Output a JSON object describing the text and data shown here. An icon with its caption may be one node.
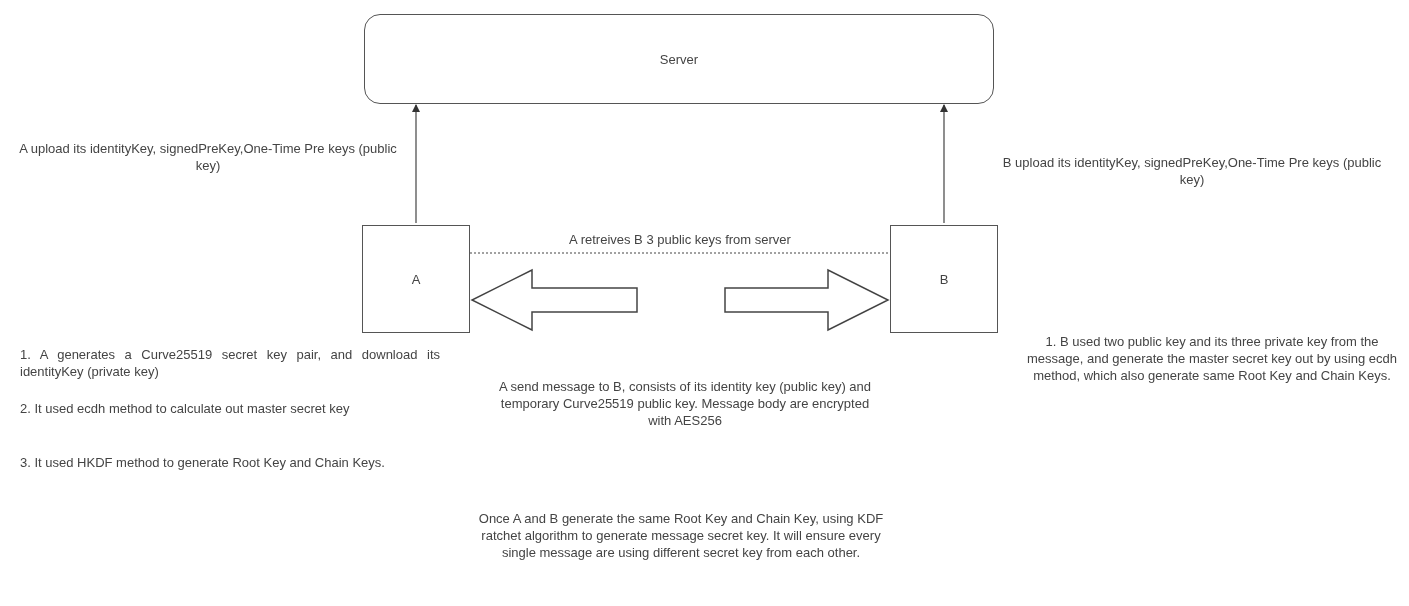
{
  "diagram": {
    "nodes": [
      {
        "text": [
          "Server"
        ]
      },
      {
        "text": [
          "A"
        ]
      },
      {
        "text": [
          "B"
        ]
      }
    ],
    "edges": [
      {
        "from": 1,
        "to": 0,
        "arrow": "to"
      },
      {
        "from": 2,
        "to": 0,
        "arrow": "to"
      },
      {
        "from": 1,
        "to": 2,
        "arrow": "none",
        "style": "dashed",
        "label": "A retreives B 3 public keys from server"
      },
      {
        "from": null,
        "to": 1,
        "arrow": "to",
        "style": "thick"
      },
      {
        "from": null,
        "to": 2,
        "arrow": "to",
        "style": "thick"
      }
    ],
    "labels": [
      "A upload its identityKey, signedPreKey,One-Time Pre keys (public key)",
      "B upload its identityKey, signedPreKey,One-Time Pre keys (public key)",
      "1. A generates a Curve25519 secret key pair, and download its identityKey (private key)",
      "2. It used ecdh method to calculate out master secret key",
      "3. It used HKDF method to generate Root Key and Chain Keys.",
      "A send message to B, consists of its identity key (public key) and temporary Curve25519 public key. Message body are encrypted with AES256",
      "1. B used two public key and its three private key from the message, and generate the master secret key out by using ecdh method, which also generate same Root Key and Chain Keys.",
      "Once A and B generate the same Root Key and Chain Key, using KDF ratchet algorithm to generate message secret key. It will ensure every single message are using different secret key from each other."
    ]
  }
}
